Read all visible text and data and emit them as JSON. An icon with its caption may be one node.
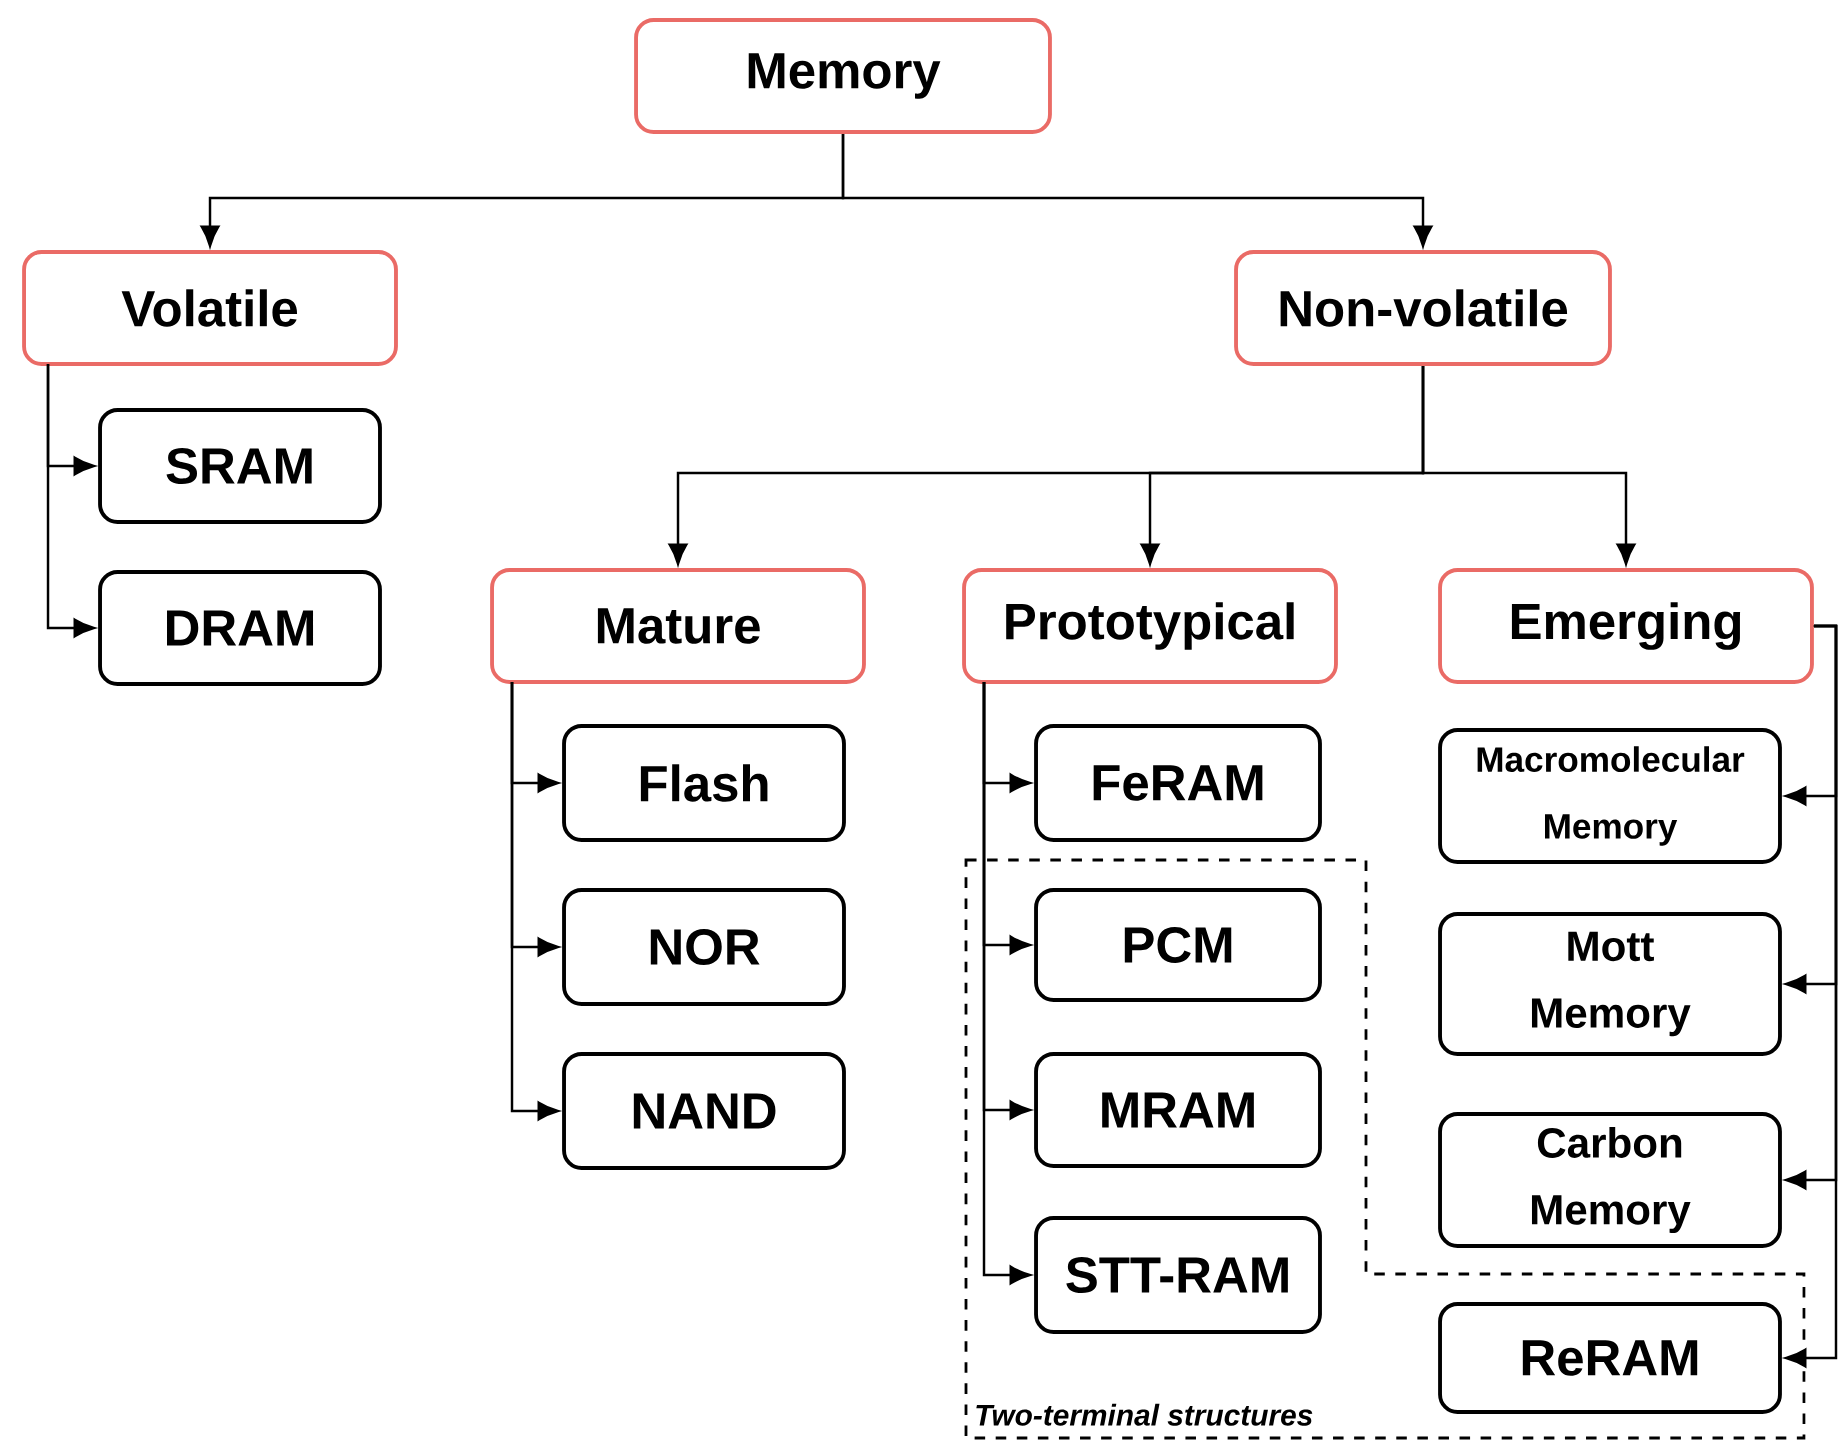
{
  "diagram": {
    "nodes": [
      {
        "text": [
          "Memory"
        ]
      },
      {
        "text": [
          "Volatile"
        ]
      },
      {
        "text": [
          "Non-volatile"
        ]
      },
      {
        "text": [
          "SRAM"
        ]
      },
      {
        "text": [
          "DRAM"
        ]
      },
      {
        "text": [
          "Mature"
        ]
      },
      {
        "text": [
          "Prototypical"
        ]
      },
      {
        "text": [
          "Emerging"
        ]
      },
      {
        "text": [
          "Flash"
        ]
      },
      {
        "text": [
          "NOR"
        ]
      },
      {
        "text": [
          "NAND"
        ]
      },
      {
        "text": [
          "FeRAM"
        ]
      },
      {
        "text": [
          "Two-terminal structures"
        ]
      },
      {
        "text": [
          "PCM"
        ],
        "in": 12
      },
      {
        "text": [
          "MRAM"
        ],
        "in": 12
      },
      {
        "text": [
          "STT-RAM"
        ],
        "in": 12
      },
      {
        "text": [
          "Macromolecular Memory"
        ]
      },
      {
        "text": [
          "Mott Memory"
        ]
      },
      {
        "text": [
          "Carbon Memory"
        ]
      },
      {
        "text": [
          "ReRAM"
        ],
        "in": 12
      }
    ],
    "edges": [
      {
        "from": 0,
        "to": 1,
        "arrow": "to"
      },
      {
        "from": 0,
        "to": 2,
        "arrow": "to"
      },
      {
        "from": 1,
        "to": 3,
        "arrow": "to"
      },
      {
        "from": 1,
        "to": 4,
        "arrow": "to"
      },
      {
        "from": 2,
        "to": 5,
        "arrow": "to"
      },
      {
        "from": 2,
        "to": 6,
        "arrow": "to"
      },
      {
        "from": 2,
        "to": 7,
        "arrow": "to"
      },
      {
        "from": 5,
        "to": 8,
        "arrow": "to"
      },
      {
        "from": 5,
        "to": 9,
        "arrow": "to"
      },
      {
        "from": 5,
        "to": 10,
        "arrow": "to"
      },
      {
        "from": 6,
        "to": 11,
        "arrow": "to"
      },
      {
        "from": 6,
        "to": 13,
        "arrow": "to"
      },
      {
        "from": 6,
        "to": 14,
        "arrow": "to"
      },
      {
        "from": 6,
        "to": 15,
        "arrow": "to"
      },
      {
        "from": 7,
        "to": 16,
        "arrow": "to"
      },
      {
        "from": 7,
        "to": 17,
        "arrow": "to"
      },
      {
        "from": 7,
        "to": 18,
        "arrow": "to"
      },
      {
        "from": 7,
        "to": 19,
        "arrow": "to"
      }
    ]
  }
}
